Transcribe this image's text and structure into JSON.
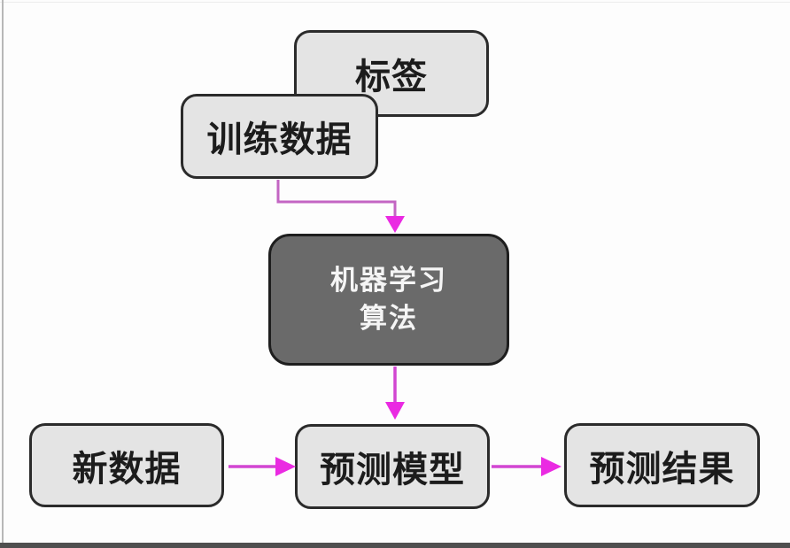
{
  "diagram": {
    "nodes": {
      "tag": {
        "label": "标签"
      },
      "training_data": {
        "label": "训练数据"
      },
      "ml_algorithm": {
        "label": "机器学习\n算法"
      },
      "new_data": {
        "label": "新数据"
      },
      "prediction_model": {
        "label": "预测模型"
      },
      "prediction_result": {
        "label": "预测结果"
      }
    },
    "edges": [
      {
        "from": "training_data",
        "to": "ml_algorithm",
        "style": "elbow"
      },
      {
        "from": "ml_algorithm",
        "to": "prediction_model",
        "style": "straight"
      },
      {
        "from": "new_data",
        "to": "prediction_model",
        "style": "straight"
      },
      {
        "from": "prediction_model",
        "to": "prediction_result",
        "style": "straight"
      }
    ],
    "colors": {
      "box_light_fill": "#e4e4e4",
      "box_dark_fill": "#6a6a6a",
      "box_border": "#2b2b2b",
      "arrow_line": "#d246d2",
      "arrow_elbow_line": "#c365c3",
      "arrow_head": "#ea2ae2",
      "text_on_light": "#1c1c1c",
      "text_on_dark": "#f5f5f5"
    }
  }
}
